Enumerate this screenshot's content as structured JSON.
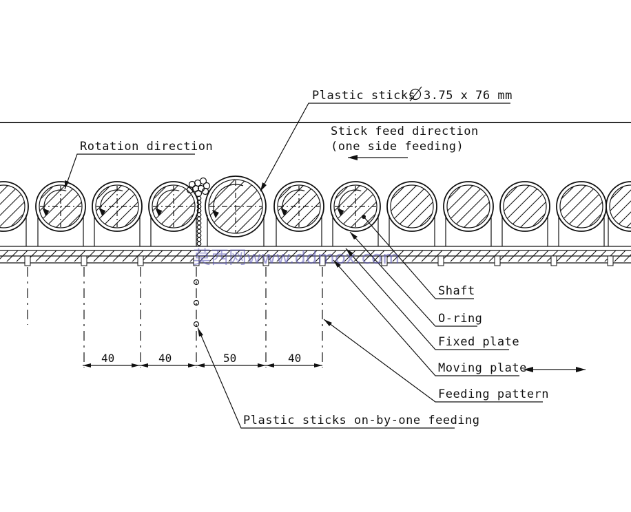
{
  "labels": {
    "plastic_sticks": "Plastic sticks",
    "stick_size": "3.75 x 76 mm",
    "stick_feed_line1": "Stick feed direction",
    "stick_feed_line2": "(one side feeding)",
    "rotation_direction": "Rotation direction",
    "shaft": "Shaft",
    "o_ring": "O-ring",
    "fixed_plate": "Fixed plate",
    "moving_plate": "Moving plate",
    "feeding_pattern": "Feeding pattern",
    "one_by_one_feeding": "Plastic sticks on-by-one feeding"
  },
  "dimensions": [
    "40",
    "40",
    "50",
    "40"
  ],
  "watermark": "莫西网www.ddmox.com"
}
